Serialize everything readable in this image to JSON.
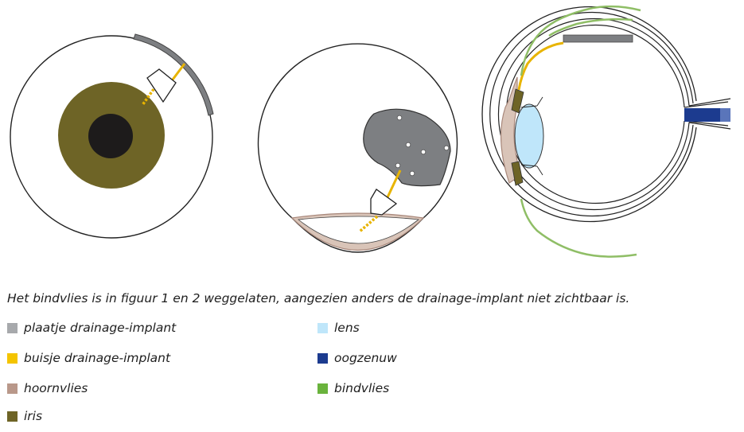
{
  "caption": "Het bindvlies is in figuur 1 en 2 weggelaten, aangezien anders de drainage-implant niet zichtbaar is.",
  "legend": [
    {
      "label": "plaatje drainage-implant",
      "color": "#a7a9ac"
    },
    {
      "label": "buisje drainage-implant",
      "color": "#f4c400"
    },
    {
      "label": "hoornvlies",
      "color": "#b9988a"
    },
    {
      "label": "iris",
      "color": "#6e6426"
    },
    {
      "label": "lens",
      "color": "#bfe6fa"
    },
    {
      "label": "oogzenuw",
      "color": "#1c3b8f"
    },
    {
      "label": "bindvlies",
      "color": "#6ab33d"
    }
  ],
  "colors": {
    "plate": "#7d7f82",
    "plate_dark": "#55575a",
    "tube": "#e8b400",
    "cornea": "#d9c4b8",
    "cornea_edge": "#a8877a",
    "iris": "#6e6426",
    "pupil": "#1d1b1b",
    "lens": "#bfe6fa",
    "nerve": "#1c3b8f",
    "conjunctiva": "#8fbe66",
    "outline": "#222222"
  }
}
